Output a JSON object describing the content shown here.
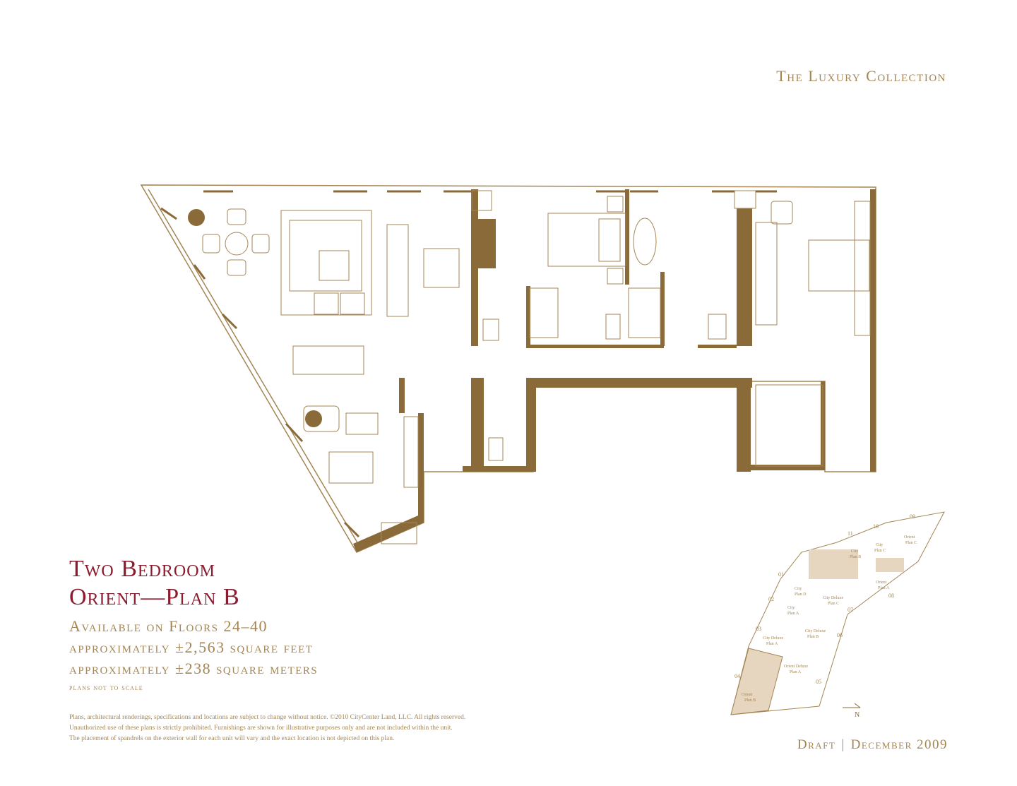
{
  "header": {
    "brand": "The Luxury Collection"
  },
  "unit": {
    "title_line1": "Two Bedroom",
    "title_line2": "Orient—Plan B",
    "availability": "Available on Floors 24–40",
    "area_sqft": "approximately ±2,563 square feet",
    "area_sqm": "approximately ±238 square meters",
    "scale_note": "plans not to scale"
  },
  "legal": {
    "line1": "Plans, architectural renderings, specifications and locations are subject to change without notice. ©2010 CityCenter Land, LLC. All rights reserved.",
    "line2": "Unauthorized use of these plans is strictly prohibited. Furnishings are shown for illustrative purposes only and are not included within the unit.",
    "line3": "The placement of spandrels on the exterior wall for each unit will vary and the exact location is not depicted on this plan."
  },
  "footer": {
    "status": "Draft",
    "date": "December 2009"
  },
  "keyplan": {
    "north": "N",
    "unit_numbers": [
      "01",
      "02",
      "03",
      "04",
      "05",
      "06",
      "07",
      "08",
      "09",
      "10",
      "11"
    ],
    "units": [
      {
        "l1": "City",
        "l2": "Plan B"
      },
      {
        "l1": "City",
        "l2": "Plan C"
      },
      {
        "l1": "Orient",
        "l2": "Plan C"
      },
      {
        "l1": "City",
        "l2": "Plan D"
      },
      {
        "l1": "City Deluxe",
        "l2": "Plan C"
      },
      {
        "l1": "Orient",
        "l2": "Plan A"
      },
      {
        "l1": "City",
        "l2": "Plan A"
      },
      {
        "l1": "City Deluxe",
        "l2": "Plan B"
      },
      {
        "l1": "City Deluxe",
        "l2": "Plan A"
      },
      {
        "l1": "Orient Deluxe",
        "l2": "Plan A"
      },
      {
        "l1": "Orient",
        "l2": "Plan B"
      }
    ]
  },
  "colors": {
    "wall": "#8b6a3a",
    "line": "#a48654",
    "title": "#8b1c2f",
    "highlight": "#e6d6bf"
  }
}
